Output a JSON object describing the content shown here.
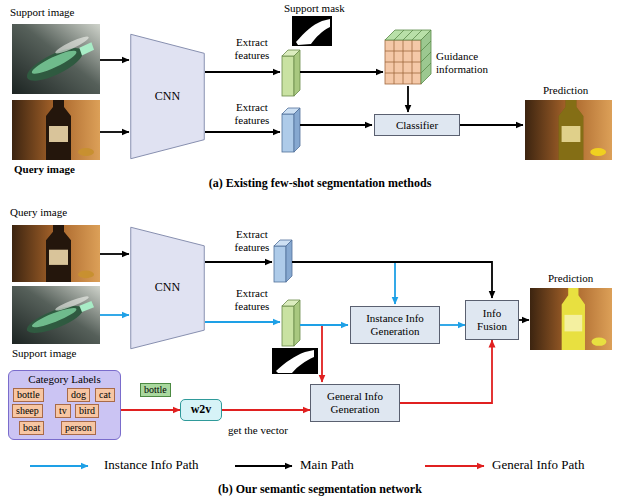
{
  "diagram": {
    "nodes": [
      {
        "text": [
          "CNN"
        ]
      },
      {
        "text": [
          "Classifier"
        ]
      },
      {
        "text": [
          "CNN"
        ]
      },
      {
        "text": [
          "Instance Info Generation"
        ]
      },
      {
        "text": [
          "Info Fusion"
        ]
      },
      {
        "text": [
          "General Info Generation"
        ]
      },
      {
        "text": [
          "Category Labels"
        ]
      },
      {
        "text": [
          "bottle"
        ],
        "in": 6
      },
      {
        "text": [
          "dog"
        ],
        "in": 6
      },
      {
        "text": [
          "cat"
        ],
        "in": 6
      },
      {
        "text": [
          "sheep"
        ],
        "in": 6
      },
      {
        "text": [
          "tv"
        ],
        "in": 6
      },
      {
        "text": [
          "bird"
        ],
        "in": 6
      },
      {
        "text": [
          "boat"
        ],
        "in": 6
      },
      {
        "text": [
          "person"
        ],
        "in": 6
      },
      {
        "text": [
          "bottle"
        ]
      },
      {
        "text": [
          "w2v"
        ]
      }
    ],
    "edges": [
      {
        "from": 6,
        "to": 16,
        "arrow": "to"
      },
      {
        "from": 16,
        "to": 5,
        "label": "get the vector",
        "arrow": "to"
      },
      {
        "from": 3,
        "to": 4,
        "arrow": "to"
      },
      {
        "from": 5,
        "to": 4,
        "arrow": "to"
      }
    ],
    "labels": [
      "Support image",
      "Query image",
      "Extract features",
      "Extract features",
      "Support mask",
      "Guidance information",
      "Prediction",
      "(a) Existing few-shot segmentation methods",
      "Query image",
      "Extract features",
      "Extract features",
      "Prediction",
      "Support image",
      "(b) Our semantic segmentation network"
    ],
    "legend": [
      {
        "text": "Instance Info Path"
      },
      {
        "text": "Main Path"
      },
      {
        "text": "General Info Path"
      }
    ]
  }
}
